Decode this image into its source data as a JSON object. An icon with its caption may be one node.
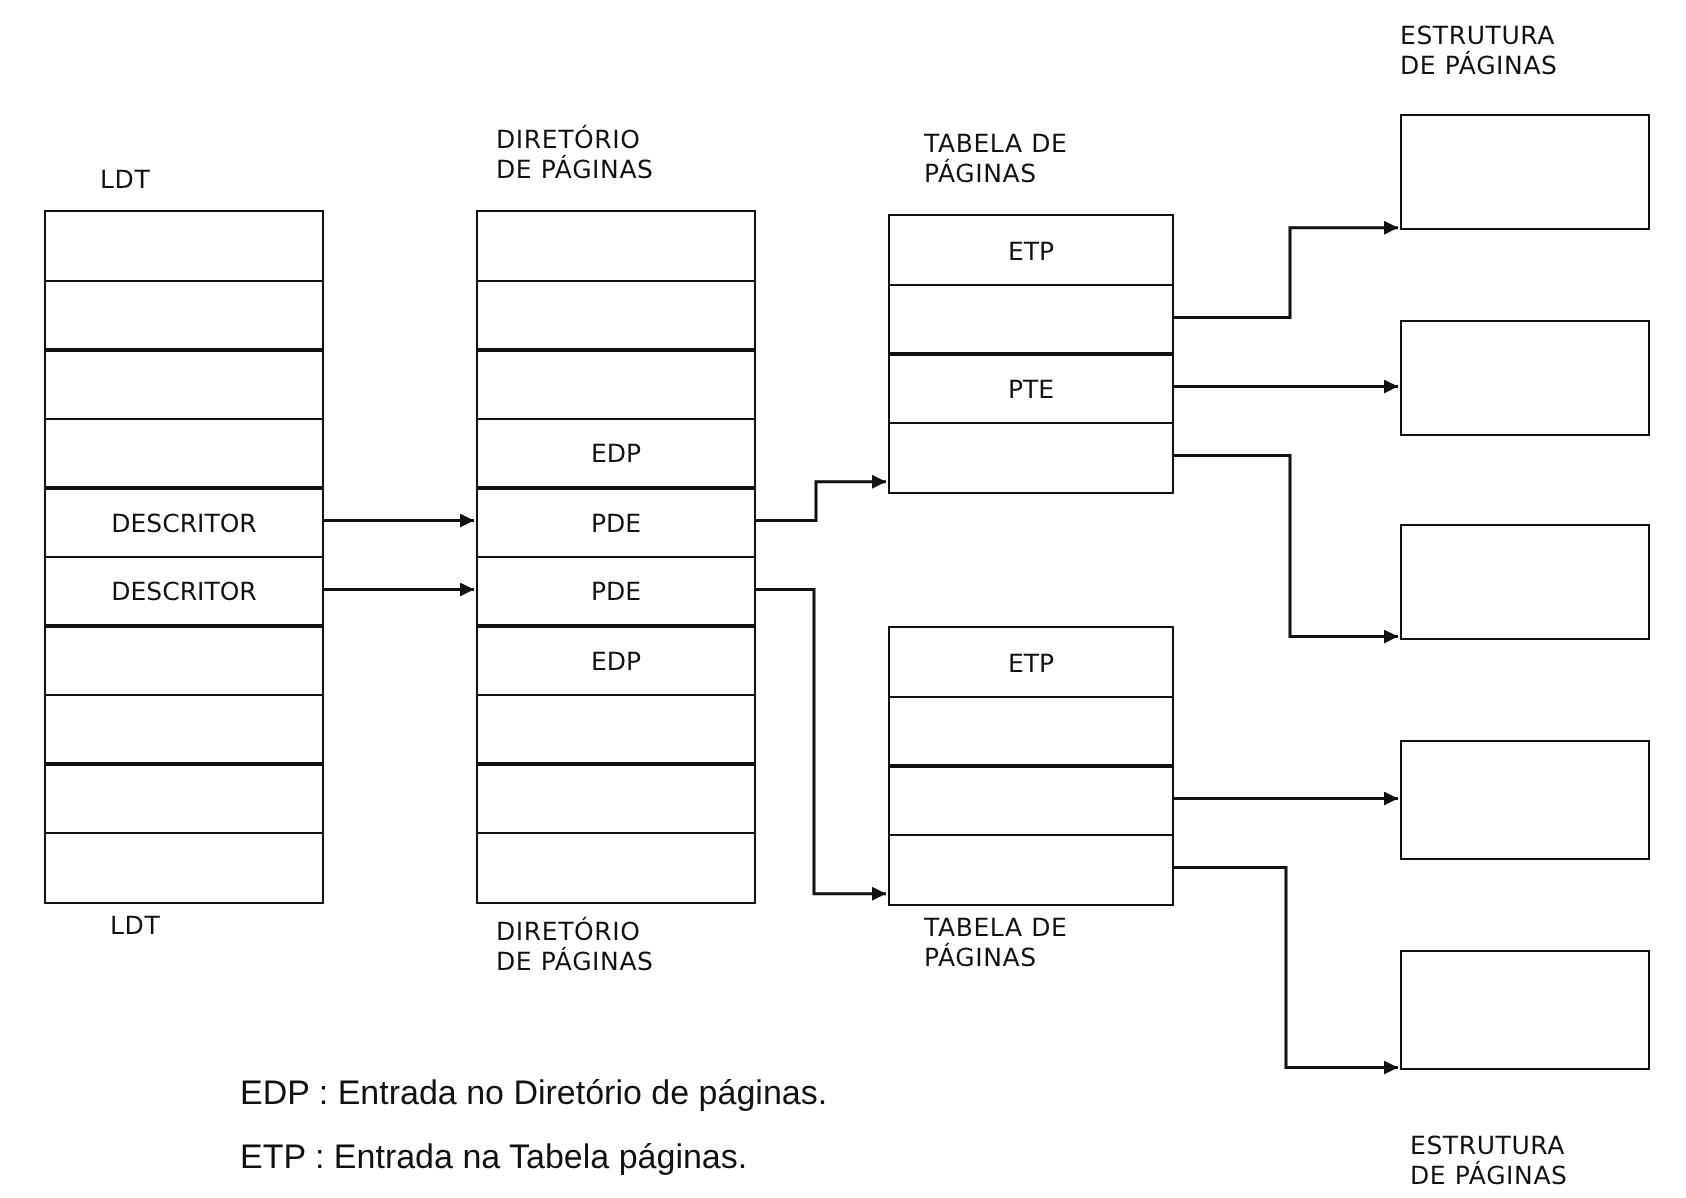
{
  "diagram": {
    "nodes": [
      {
        "text": [
          "LDT"
        ],
        "beside": [
          "LDT"
        ]
      },
      {
        "text": [],
        "shape": "box",
        "in": 0
      },
      {
        "text": [],
        "shape": "box",
        "in": 0
      },
      {
        "text": [],
        "shape": "box",
        "in": 0
      },
      {
        "text": [],
        "shape": "box",
        "in": 0
      },
      {
        "text": [
          "DESCRITOR"
        ],
        "in": 0
      },
      {
        "text": [
          "DESCRITOR"
        ],
        "in": 0
      },
      {
        "text": [],
        "shape": "box",
        "in": 0
      },
      {
        "text": [],
        "shape": "box",
        "in": 0
      },
      {
        "text": [],
        "shape": "box",
        "in": 0
      },
      {
        "text": [],
        "shape": "box",
        "in": 0
      },
      {
        "text": [
          "DIRETÓRIO DE PÁGINAS"
        ],
        "beside": [
          "DIRETÓRIO DE PÁGINAS"
        ]
      },
      {
        "text": [],
        "shape": "box",
        "in": 11
      },
      {
        "text": [],
        "shape": "box",
        "in": 11
      },
      {
        "text": [],
        "shape": "box",
        "in": 11
      },
      {
        "text": [
          "EDP"
        ],
        "in": 11
      },
      {
        "text": [
          "PDE"
        ],
        "in": 11
      },
      {
        "text": [
          "PDE"
        ],
        "in": 11
      },
      {
        "text": [
          "EDP"
        ],
        "in": 11
      },
      {
        "text": [],
        "shape": "box",
        "in": 11
      },
      {
        "text": [],
        "shape": "box",
        "in": 11
      },
      {
        "text": [],
        "shape": "box",
        "in": 11
      },
      {
        "text": [
          "TABELA DE PÁGINAS"
        ]
      },
      {
        "text": [
          "ETP"
        ],
        "in": 22
      },
      {
        "text": [],
        "shape": "box",
        "in": 22
      },
      {
        "text": [
          "PTE"
        ],
        "in": 22
      },
      {
        "text": [],
        "shape": "box",
        "in": 22
      },
      {
        "text": [
          "TABELA DE PÁGINAS"
        ]
      },
      {
        "text": [
          "ETP"
        ],
        "in": 27
      },
      {
        "text": [],
        "shape": "box",
        "in": 27
      },
      {
        "text": [],
        "shape": "box",
        "in": 27
      },
      {
        "text": [],
        "shape": "box",
        "in": 27
      },
      {
        "text": [],
        "shape": "box"
      },
      {
        "text": [],
        "shape": "box"
      },
      {
        "text": [],
        "shape": "box"
      },
      {
        "text": [],
        "shape": "box"
      },
      {
        "text": [],
        "shape": "box"
      }
    ],
    "edges": [
      {
        "from": 5,
        "to": 16,
        "arrow": "to"
      },
      {
        "from": 6,
        "to": 17,
        "arrow": "to"
      },
      {
        "from": 16,
        "to": 22,
        "arrow": "to"
      },
      {
        "from": 17,
        "to": 27,
        "arrow": "to"
      },
      {
        "from": 24,
        "to": 32,
        "arrow": "to"
      },
      {
        "from": 25,
        "to": 33,
        "arrow": "to"
      },
      {
        "from": 26,
        "to": 34,
        "arrow": "to"
      },
      {
        "from": 30,
        "to": 35,
        "arrow": "to"
      },
      {
        "from": 31,
        "to": 36,
        "arrow": "to"
      }
    ],
    "labels": [
      "ESTRUTURA DE PÁGINAS",
      "EDP : Entrada no Diretório de páginas.",
      "ETP : Entrada na Tabela páginas.",
      "ESTRUTURA DE PÁGINAS"
    ]
  }
}
